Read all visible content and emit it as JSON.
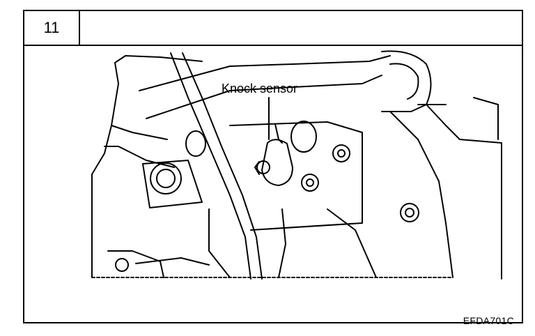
{
  "step": {
    "number": "11"
  },
  "figure": {
    "callout_label": "Knock sensor",
    "figure_code": "EFDA701C"
  },
  "colors": {
    "line": "#000000",
    "background": "#ffffff"
  }
}
